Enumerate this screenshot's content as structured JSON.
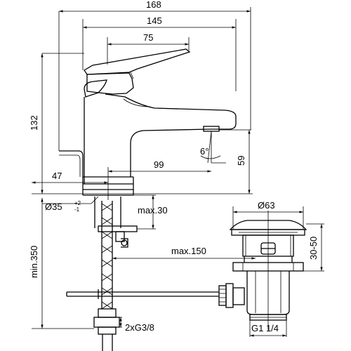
{
  "drawing": {
    "dimensions": {
      "d168": "168",
      "d145": "145",
      "d75": "75",
      "d132": "132",
      "d6deg": "6°",
      "d59": "59",
      "d99": "99",
      "d47": "47",
      "d35": "Ø35",
      "d35_tol_up": "+2",
      "d35_tol_dn": "-1",
      "max30": "max.30",
      "max150": "max.150",
      "min350": "min.350",
      "conn": "2xG3/8",
      "d63": "Ø63",
      "d3050": "30-50",
      "g114": "G1 1/4"
    }
  }
}
